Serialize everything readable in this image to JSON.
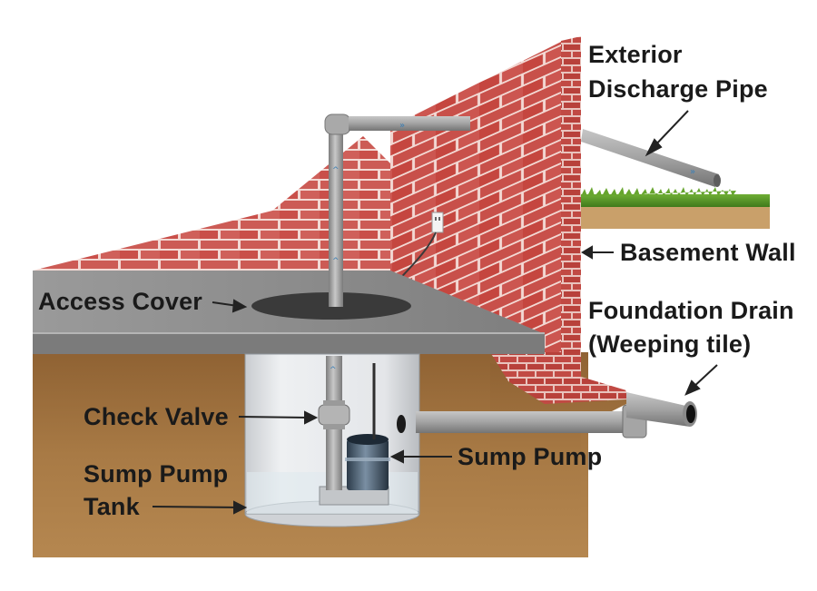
{
  "labels": {
    "exterior_discharge_pipe": [
      "Exterior",
      "Discharge Pipe"
    ],
    "basement_wall": "Basement Wall",
    "access_cover": "Access Cover",
    "foundation_drain": [
      "Foundation Drain",
      "(Weeping tile)"
    ],
    "check_valve": "Check Valve",
    "sump_pump": "Sump Pump",
    "sump_pump_tank": [
      "Sump Pump",
      "Tank"
    ]
  },
  "colors": {
    "soil": "#a2743f",
    "slab": "#8c8c8c",
    "brick": "#c24a44",
    "mortar": "#f1d8d3",
    "pipe": "#9b9b9b",
    "grass": "#5c9a2a"
  }
}
